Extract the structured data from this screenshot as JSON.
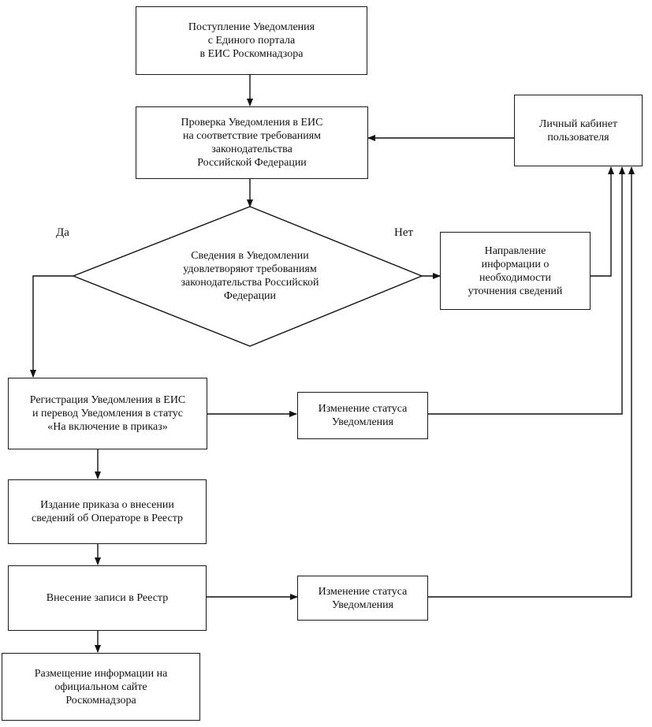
{
  "nodes": {
    "receive": "Поступление Уведомления\nс Единого портала\nв ЕИС Роскомнадзора",
    "check": "Проверка Уведомления в ЕИС\nна соответствие требованиям\nзаконодательства\nРоссийской Федерации",
    "cabinet": "Личный кабинет\nпользователя",
    "decision": "Сведения в Уведомлении\nудовлетворяют требованиям\nзаконодательства Российской\nФедерации",
    "clarify": "Направление\nинформации о\nнеобходимости\nуточнения сведений",
    "register": "Регистрация Уведомления в ЕИС\nи перевод Уведомления в статус\n«На включение в приказ»",
    "status1": "Изменение статуса\nУведомления",
    "order": "Издание приказа о внесении\nсведений об Операторе в Реестр",
    "entry": "Внесение записи в Реестр",
    "status2": "Изменение статуса\nУведомления",
    "publish": "Размещение информации на\nофициальном сайте\nРоскомнадзора"
  },
  "labels": {
    "yes": "Да",
    "no": "Нет"
  }
}
